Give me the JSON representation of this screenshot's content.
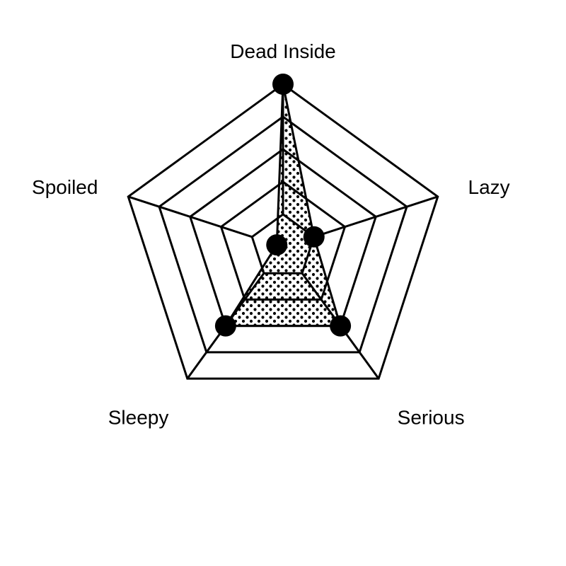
{
  "chart_data": {
    "type": "radar",
    "axes": [
      "Dead Inside",
      "Lazy",
      "Serious",
      "Sleepy",
      "Spoiled"
    ],
    "values": [
      5,
      1,
      3,
      3,
      0.2
    ],
    "rmax": 5,
    "rings": [
      1,
      2,
      3,
      4,
      5
    ],
    "grid": true,
    "fill": "dotted",
    "colors": {
      "line": "#000000",
      "fill_dots": "#000000",
      "background": "#ffffff"
    }
  }
}
